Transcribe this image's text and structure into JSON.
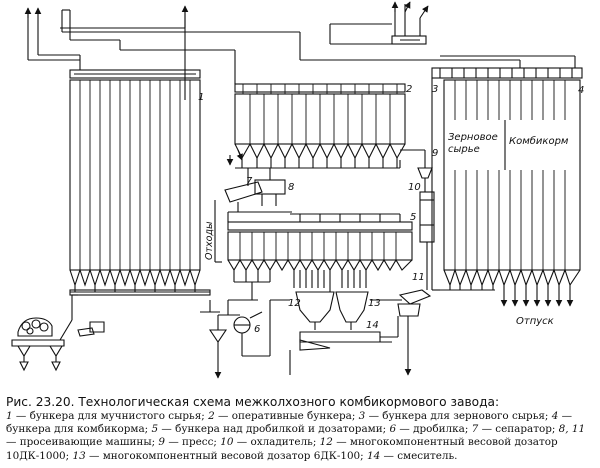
{
  "diagram": {
    "labels": {
      "n1": "1",
      "n2": "2",
      "n3": "3",
      "n4": "4",
      "n5": "5",
      "n6": "6",
      "n7": "7",
      "n8": "8",
      "n9": "9",
      "n10": "10",
      "n11": "11",
      "n12": "12",
      "n13": "13",
      "n14": "14",
      "grain_line1": "Зерновое",
      "grain_line2": "сырье",
      "feed": "Комбикорм",
      "waste": "Отходы",
      "shipment": "Отпуск"
    }
  },
  "caption": {
    "figure_label": "Рис. 23.20.",
    "figure_title": "Технологическая схема межколхозного комбикормового завода:",
    "items": [
      {
        "num": "1",
        "text": " — бункера для мучнистого сырья; "
      },
      {
        "num": "2",
        "text": " — оперативные бункера; "
      },
      {
        "num": "3",
        "text": " — бункера для зернового сырья; "
      },
      {
        "num": "4",
        "text": " — бункера для комбикорма; "
      },
      {
        "num": "5",
        "text": " — бункера над дробилкой и дозаторами; "
      },
      {
        "num": "6",
        "text": " — дробилка; "
      },
      {
        "num": "7",
        "text": " — сепаратор; "
      },
      {
        "num": "8, 11",
        "text": " — просеивающие машины; "
      },
      {
        "num": "9",
        "text": " — пресс; "
      },
      {
        "num": "10",
        "text": " — охладитель; "
      },
      {
        "num": "12",
        "text": " — многокомпонентный весовой дозатор 10ДК-1000; "
      },
      {
        "num": "13",
        "text": " — многокомпонентный весовой дозатор 6ДК-100; "
      },
      {
        "num": "14",
        "text": " — смеситель."
      }
    ]
  }
}
